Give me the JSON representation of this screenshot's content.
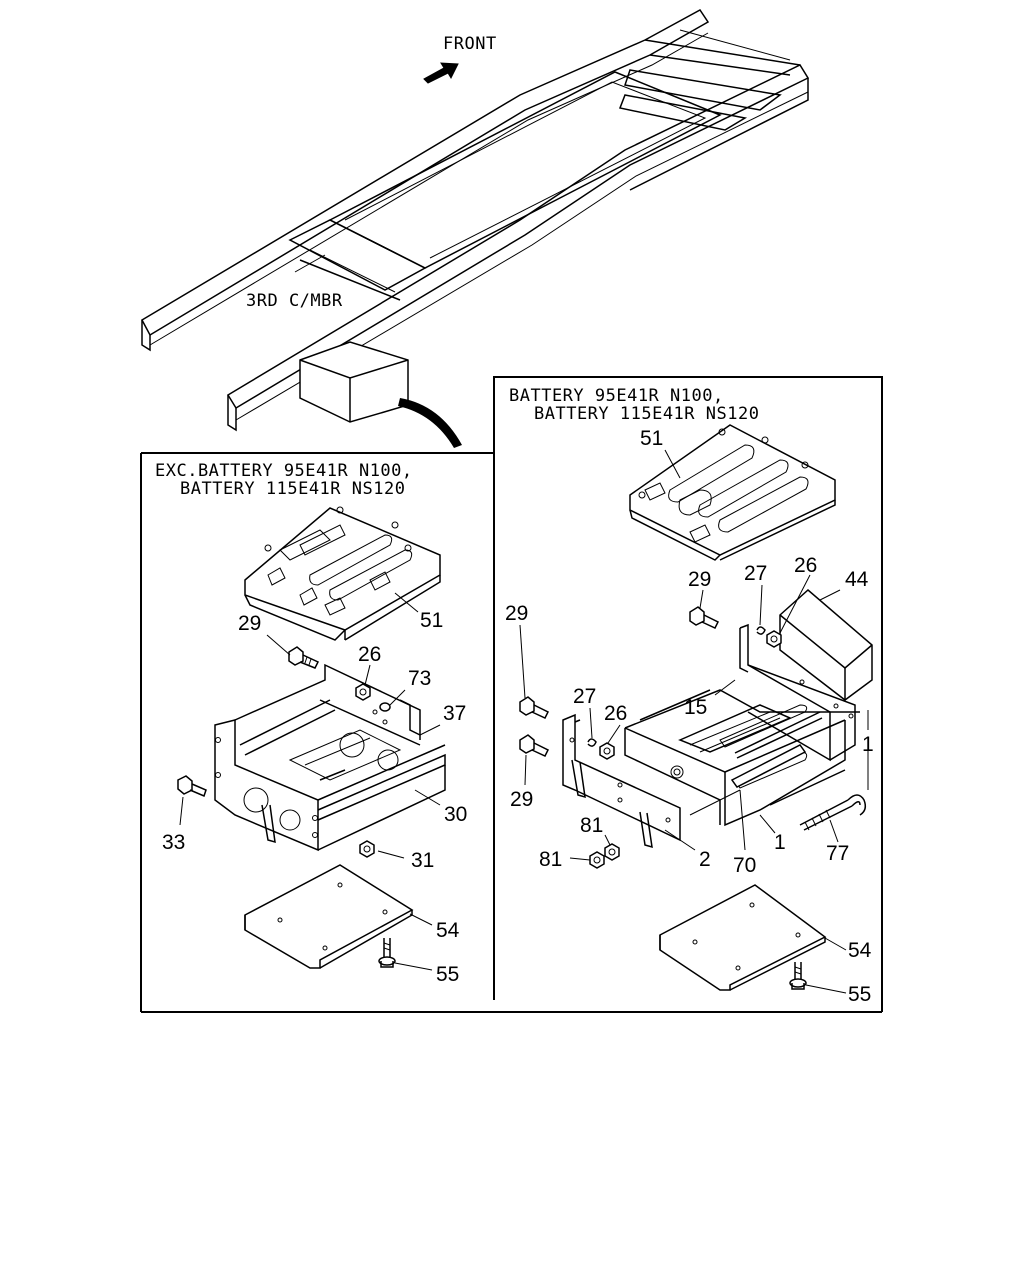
{
  "top": {
    "front_label": "FRONT",
    "crossmember_label": "3RD C/MBR"
  },
  "left_panel": {
    "caption_line1": "EXC.BATTERY 95E41R N100,",
    "caption_line2": "BATTERY 115E41R NS120",
    "callouts": [
      "51",
      "29",
      "26",
      "73",
      "37",
      "30",
      "33",
      "31",
      "54",
      "55"
    ]
  },
  "right_panel": {
    "caption_line1": "BATTERY 95E41R N100,",
    "caption_line2": "BATTERY 115E41R NS120",
    "callouts": [
      "51",
      "29",
      "27",
      "26",
      "44",
      "29",
      "27",
      "26",
      "15",
      "29",
      "1",
      "81",
      "81",
      "2",
      "70",
      "1",
      "77",
      "54",
      "55"
    ]
  },
  "icons": {
    "front_arrow": "front-arrow-icon"
  }
}
